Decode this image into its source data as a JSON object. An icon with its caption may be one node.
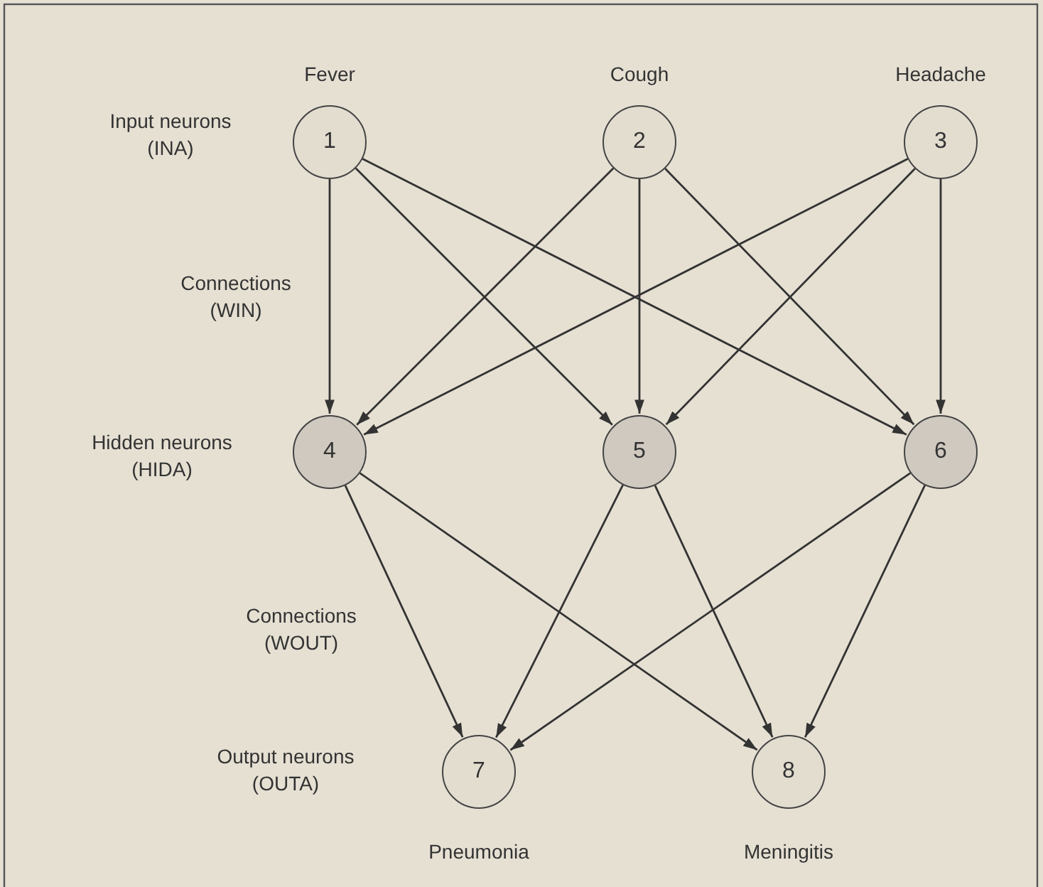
{
  "diagram": {
    "nodes": [
      {
        "text": [
          "1"
        ],
        "beside": [
          "Fever"
        ]
      },
      {
        "text": [
          "2"
        ],
        "beside": [
          "Cough"
        ]
      },
      {
        "text": [
          "3"
        ],
        "beside": [
          "Headache"
        ]
      },
      {
        "text": [
          "4"
        ]
      },
      {
        "text": [
          "5"
        ]
      },
      {
        "text": [
          "6"
        ]
      },
      {
        "text": [
          "7"
        ],
        "beside": [
          "Pneumonia"
        ]
      },
      {
        "text": [
          "8"
        ],
        "beside": [
          "Meningitis"
        ]
      }
    ],
    "edges": [
      {
        "from": 0,
        "to": 3,
        "arrow": "to"
      },
      {
        "from": 0,
        "to": 4,
        "arrow": "to"
      },
      {
        "from": 0,
        "to": 5,
        "arrow": "to"
      },
      {
        "from": 1,
        "to": 3,
        "arrow": "to"
      },
      {
        "from": 1,
        "to": 4,
        "arrow": "to"
      },
      {
        "from": 1,
        "to": 5,
        "arrow": "to"
      },
      {
        "from": 2,
        "to": 3,
        "arrow": "to"
      },
      {
        "from": 2,
        "to": 4,
        "arrow": "to"
      },
      {
        "from": 2,
        "to": 5,
        "arrow": "to"
      },
      {
        "from": 3,
        "to": 6,
        "arrow": "to"
      },
      {
        "from": 3,
        "to": 7,
        "arrow": "to"
      },
      {
        "from": 4,
        "to": 6,
        "arrow": "to"
      },
      {
        "from": 4,
        "to": 7,
        "arrow": "to"
      },
      {
        "from": 5,
        "to": 6,
        "arrow": "to"
      },
      {
        "from": 5,
        "to": 7,
        "arrow": "to"
      }
    ],
    "labels": [
      "Input neurons (INA)",
      "Connections (WIN)",
      "Hidden neurons (HIDA)",
      "Connections (WOUT)",
      "Output neurons (OUTA)"
    ]
  }
}
